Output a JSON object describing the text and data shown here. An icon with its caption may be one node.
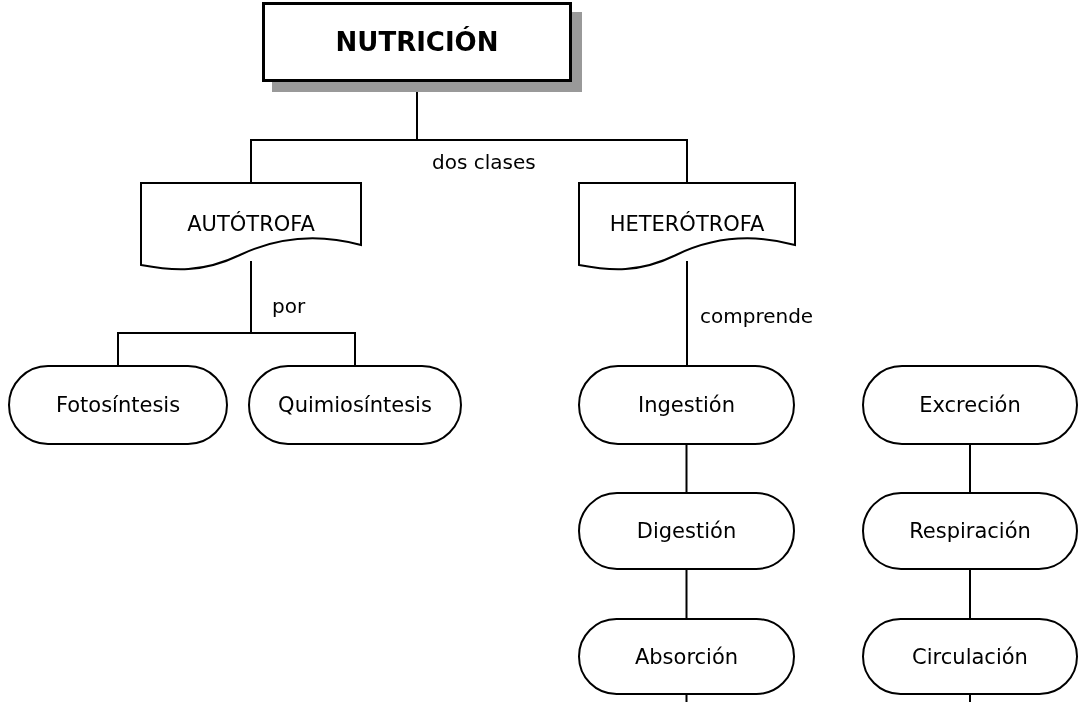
{
  "diagram": {
    "nodes": [
      {
        "text": [
          "NUTRICIÓN"
        ]
      },
      {
        "text": [
          "AUTÓTROFA"
        ]
      },
      {
        "text": [
          "HETERÓTROFA"
        ]
      },
      {
        "text": [
          "Fotosíntesis"
        ]
      },
      {
        "text": [
          "Quimiosíntesis"
        ]
      },
      {
        "text": [
          "Ingestión"
        ]
      },
      {
        "text": [
          "Digestión"
        ]
      },
      {
        "text": [
          "Absorción"
        ]
      },
      {
        "text": [
          "Excreción"
        ]
      },
      {
        "text": [
          "Respiración"
        ]
      },
      {
        "text": [
          "Circulación"
        ]
      }
    ],
    "edges": [
      {
        "from": 0,
        "to": 1,
        "arrow": "none",
        "label": "dos clases"
      },
      {
        "from": 0,
        "to": 2,
        "arrow": "none"
      },
      {
        "from": 1,
        "to": 3,
        "arrow": "none",
        "label": "por"
      },
      {
        "from": 1,
        "to": 4,
        "arrow": "none"
      },
      {
        "from": 2,
        "to": 5,
        "arrow": "none",
        "label": "comprende"
      },
      {
        "from": 5,
        "to": 6,
        "arrow": "none"
      },
      {
        "from": 6,
        "to": 7,
        "arrow": "none"
      },
      {
        "from": 7,
        "to": 10,
        "arrow": "none"
      },
      {
        "from": 10,
        "to": 9,
        "arrow": "none"
      },
      {
        "from": 9,
        "to": 8,
        "arrow": "none"
      }
    ]
  }
}
